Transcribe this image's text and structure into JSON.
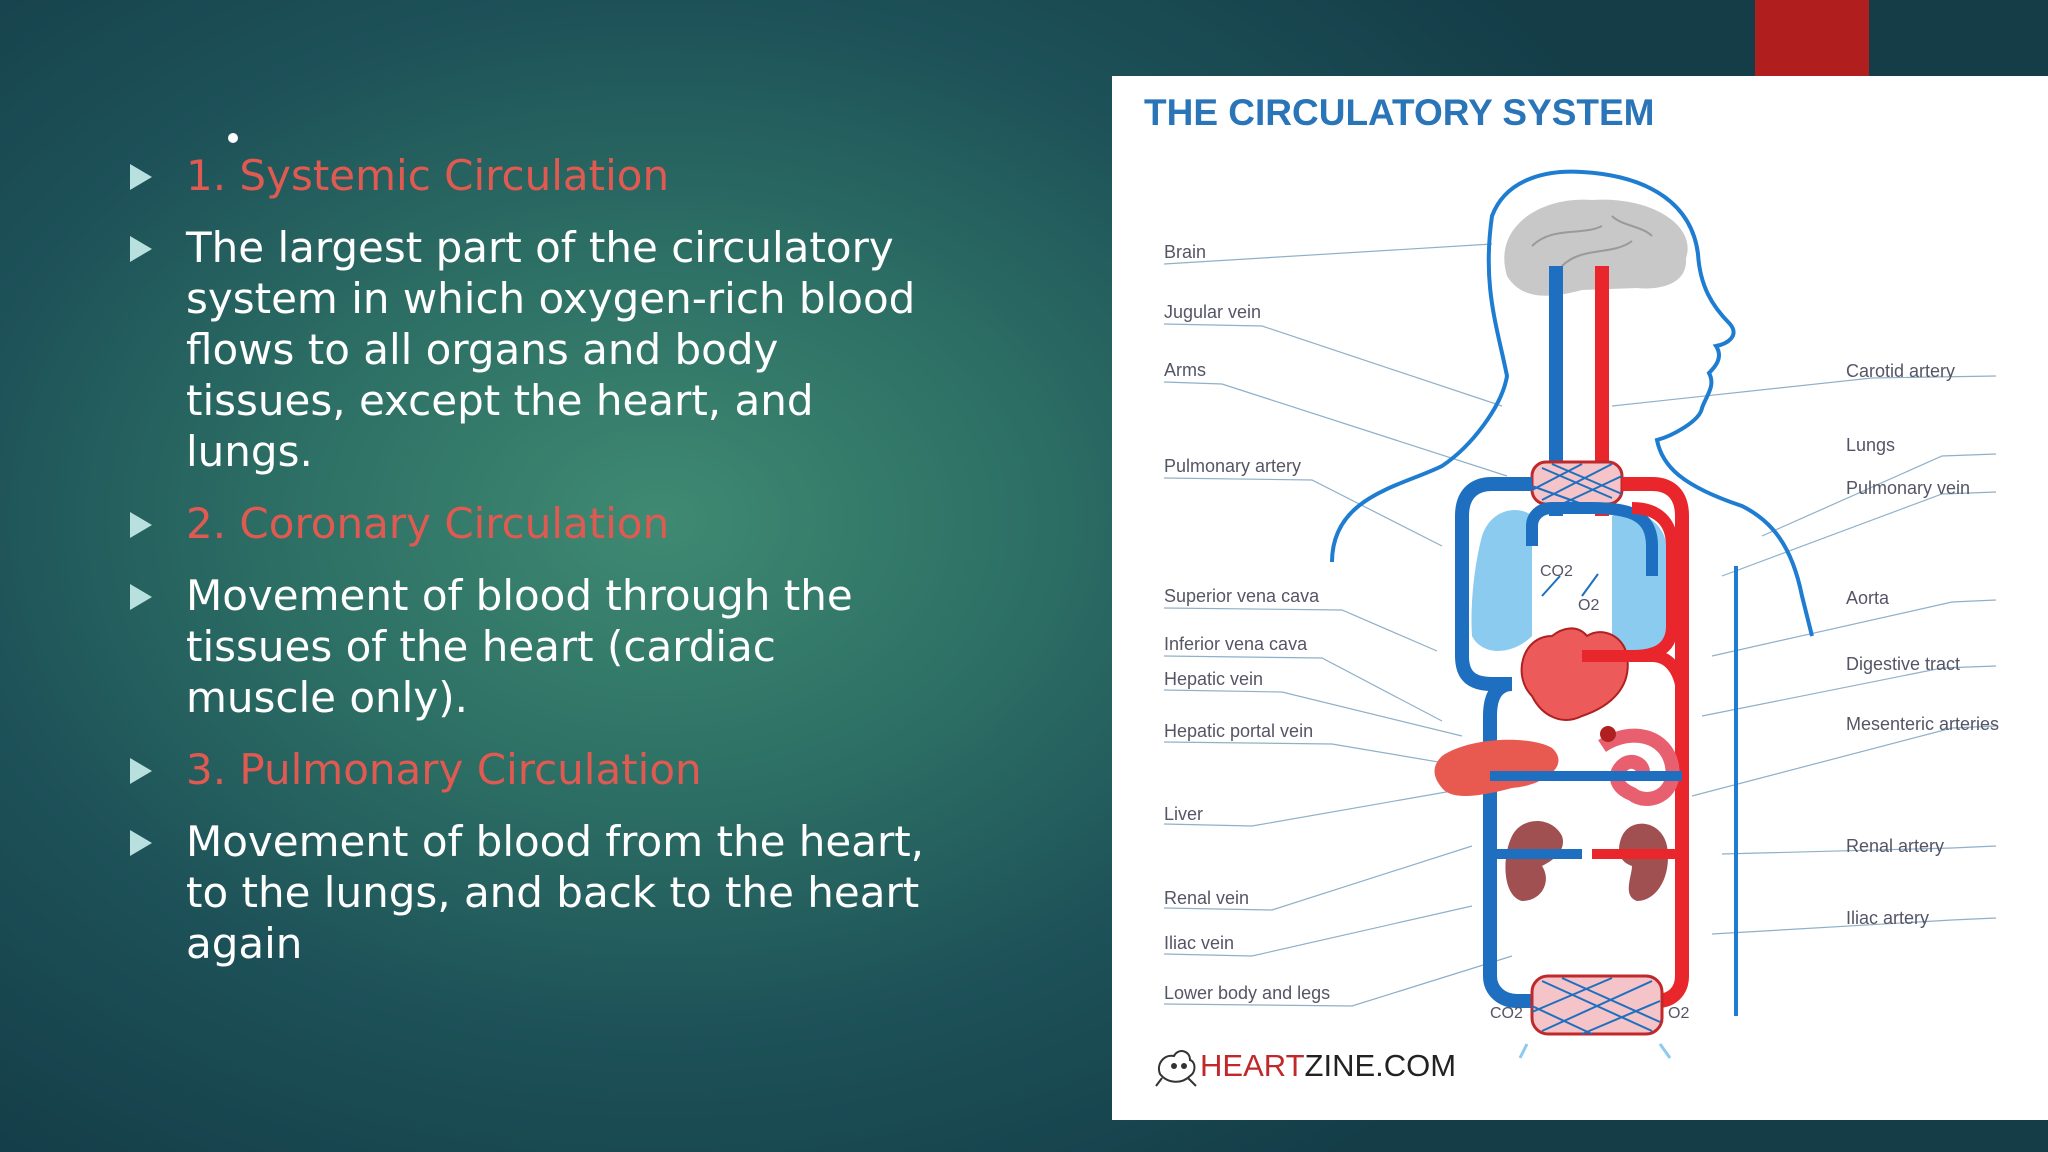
{
  "slide": {
    "bullets": [
      {
        "text": "1. Systemic Circulation",
        "style": "heading"
      },
      {
        "text": "The largest part of the circulatory system in which oxygen-rich blood flows to all organs and body tissues, except the heart, and lungs.",
        "style": "body"
      },
      {
        "text": "2. Coronary Circulation",
        "style": "heading"
      },
      {
        "text": "Movement of blood through the tissues of the heart (cardiac muscle only).",
        "style": "body"
      },
      {
        "text": "3. Pulmonary Circulation",
        "style": "heading"
      },
      {
        "text": "Movement of blood from the heart, to the lungs, and back to the heart again",
        "style": "body"
      }
    ]
  },
  "figure": {
    "title": "THE CIRCULATORY SYSTEM",
    "labels_left": [
      "Brain",
      "Jugular vein",
      "Arms",
      "Pulmonary artery",
      "Superior vena cava",
      "Inferior vena cava",
      "Hepatic vein",
      "Hepatic portal vein",
      "Liver",
      "Renal vein",
      "Iliac vein",
      "Lower body and legs"
    ],
    "labels_right": [
      "Carotid artery",
      "Lungs",
      "Pulmonary vein",
      "Aorta",
      "Digestive tract",
      "Mesenteric arteries",
      "Renal artery",
      "Iliac artery"
    ],
    "gas": {
      "co2_top": "CO2",
      "o2_top": "O2",
      "co2_bottom": "CO2",
      "o2_bottom": "O2"
    },
    "logo": {
      "part1": "HEART",
      "part2": "ZINE.COM"
    }
  },
  "colors": {
    "accent": "#b01e1e",
    "heading": "#e05a52",
    "arteries": "#e8262b",
    "veins": "#1e6fc0"
  }
}
